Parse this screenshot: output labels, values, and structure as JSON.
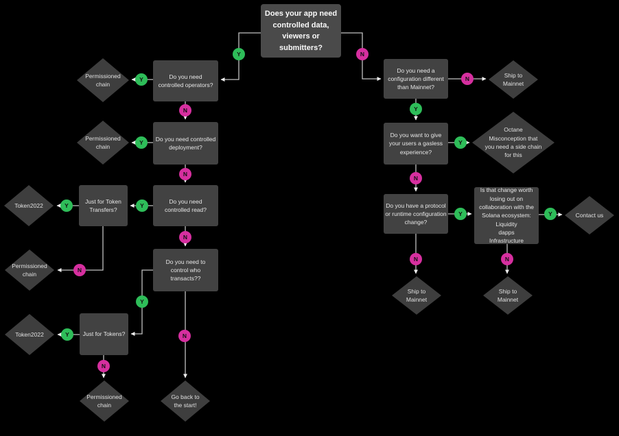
{
  "colors": {
    "background": "#000000",
    "box_fill": "#424242",
    "start_box_fill": "#4a4a4a",
    "diamond_fill": "#3e3e3e",
    "text": "#e6e6e6",
    "connector_line": "#c2c2c2",
    "yes_badge": "#2ebd59",
    "no_badge": "#d62f9f",
    "badge_text": "#111111"
  },
  "badge_labels": {
    "yes": "Y",
    "no": "N"
  },
  "nodes": {
    "start": {
      "label": "Does your app need\ncontrolled data,\nviewers or\nsubmitters?"
    },
    "q_operators": {
      "label": "Do you need\ncontrolled operators?"
    },
    "q_deployment": {
      "label": "Do you need controlled\ndeployment?"
    },
    "q_read": {
      "label": "Do you need\ncontrolled read?"
    },
    "q_transacts": {
      "label": "Do you need to\ncontrol who\ntransacts??"
    },
    "q_token_transfers": {
      "label": "Just for Token\nTransfers?"
    },
    "q_tokens": {
      "label": "Just for Tokens?"
    },
    "q_config": {
      "label": "Do you need a\nconfiguration different\nthan Mainnet?"
    },
    "q_gasless": {
      "label": "Do you want to give\nyour users a gasless\nexperience?"
    },
    "q_protocol": {
      "label": "Do you have a protocol\nor runtime configuration\nchange?"
    },
    "q_worth": {
      "label": "Is that change worth\nlosing out on\ncollaboration with the\nSolana ecosystem:\nLiquidity\ndapps\nInfrastructure"
    },
    "d_perm1": {
      "label": "Permissioned\nchain"
    },
    "d_perm2": {
      "label": "Permissioned\nchain"
    },
    "d_perm3": {
      "label": "Permissioned\nchain"
    },
    "d_perm4": {
      "label": "Permissioned\nchain"
    },
    "d_token2022_1": {
      "label": "Token2022"
    },
    "d_token2022_2": {
      "label": "Token2022"
    },
    "d_goback": {
      "label": "Go back to\nthe start!"
    },
    "d_ship1": {
      "label": "Ship to\nMainnet"
    },
    "d_ship2": {
      "label": "Ship to\nMainnet"
    },
    "d_ship3": {
      "label": "Ship to\nMainnet"
    },
    "d_octane": {
      "label": "Octane\nMisconception that\nyou need a side chain\nfor this"
    },
    "d_contact": {
      "label": "Contact us"
    }
  },
  "edges": [
    {
      "from": "start",
      "to": "q_operators",
      "label": "Y"
    },
    {
      "from": "start",
      "to": "q_config",
      "label": "N"
    },
    {
      "from": "q_operators",
      "to": "d_perm1",
      "label": "Y"
    },
    {
      "from": "q_operators",
      "to": "q_deployment",
      "label": "N"
    },
    {
      "from": "q_deployment",
      "to": "d_perm2",
      "label": "Y"
    },
    {
      "from": "q_deployment",
      "to": "q_read",
      "label": "N"
    },
    {
      "from": "q_read",
      "to": "q_token_transfers",
      "label": "Y"
    },
    {
      "from": "q_token_transfers",
      "to": "d_token2022_1",
      "label": "Y"
    },
    {
      "from": "q_token_transfers",
      "to": "d_perm3",
      "label": "N"
    },
    {
      "from": "q_read",
      "to": "q_transacts",
      "label": "N"
    },
    {
      "from": "q_transacts",
      "to": "q_tokens",
      "label": "Y"
    },
    {
      "from": "q_transacts",
      "to": "d_goback",
      "label": "N"
    },
    {
      "from": "q_tokens",
      "to": "d_token2022_2",
      "label": "Y"
    },
    {
      "from": "q_tokens",
      "to": "d_perm4",
      "label": "N"
    },
    {
      "from": "q_config",
      "to": "d_ship1",
      "label": "N"
    },
    {
      "from": "q_config",
      "to": "q_gasless",
      "label": "Y"
    },
    {
      "from": "q_gasless",
      "to": "d_octane",
      "label": "Y"
    },
    {
      "from": "q_gasless",
      "to": "q_protocol",
      "label": "N"
    },
    {
      "from": "q_protocol",
      "to": "q_worth",
      "label": "Y"
    },
    {
      "from": "q_protocol",
      "to": "d_ship2",
      "label": "N"
    },
    {
      "from": "q_worth",
      "to": "d_contact",
      "label": "Y"
    },
    {
      "from": "q_worth",
      "to": "d_ship3",
      "label": "N"
    }
  ]
}
